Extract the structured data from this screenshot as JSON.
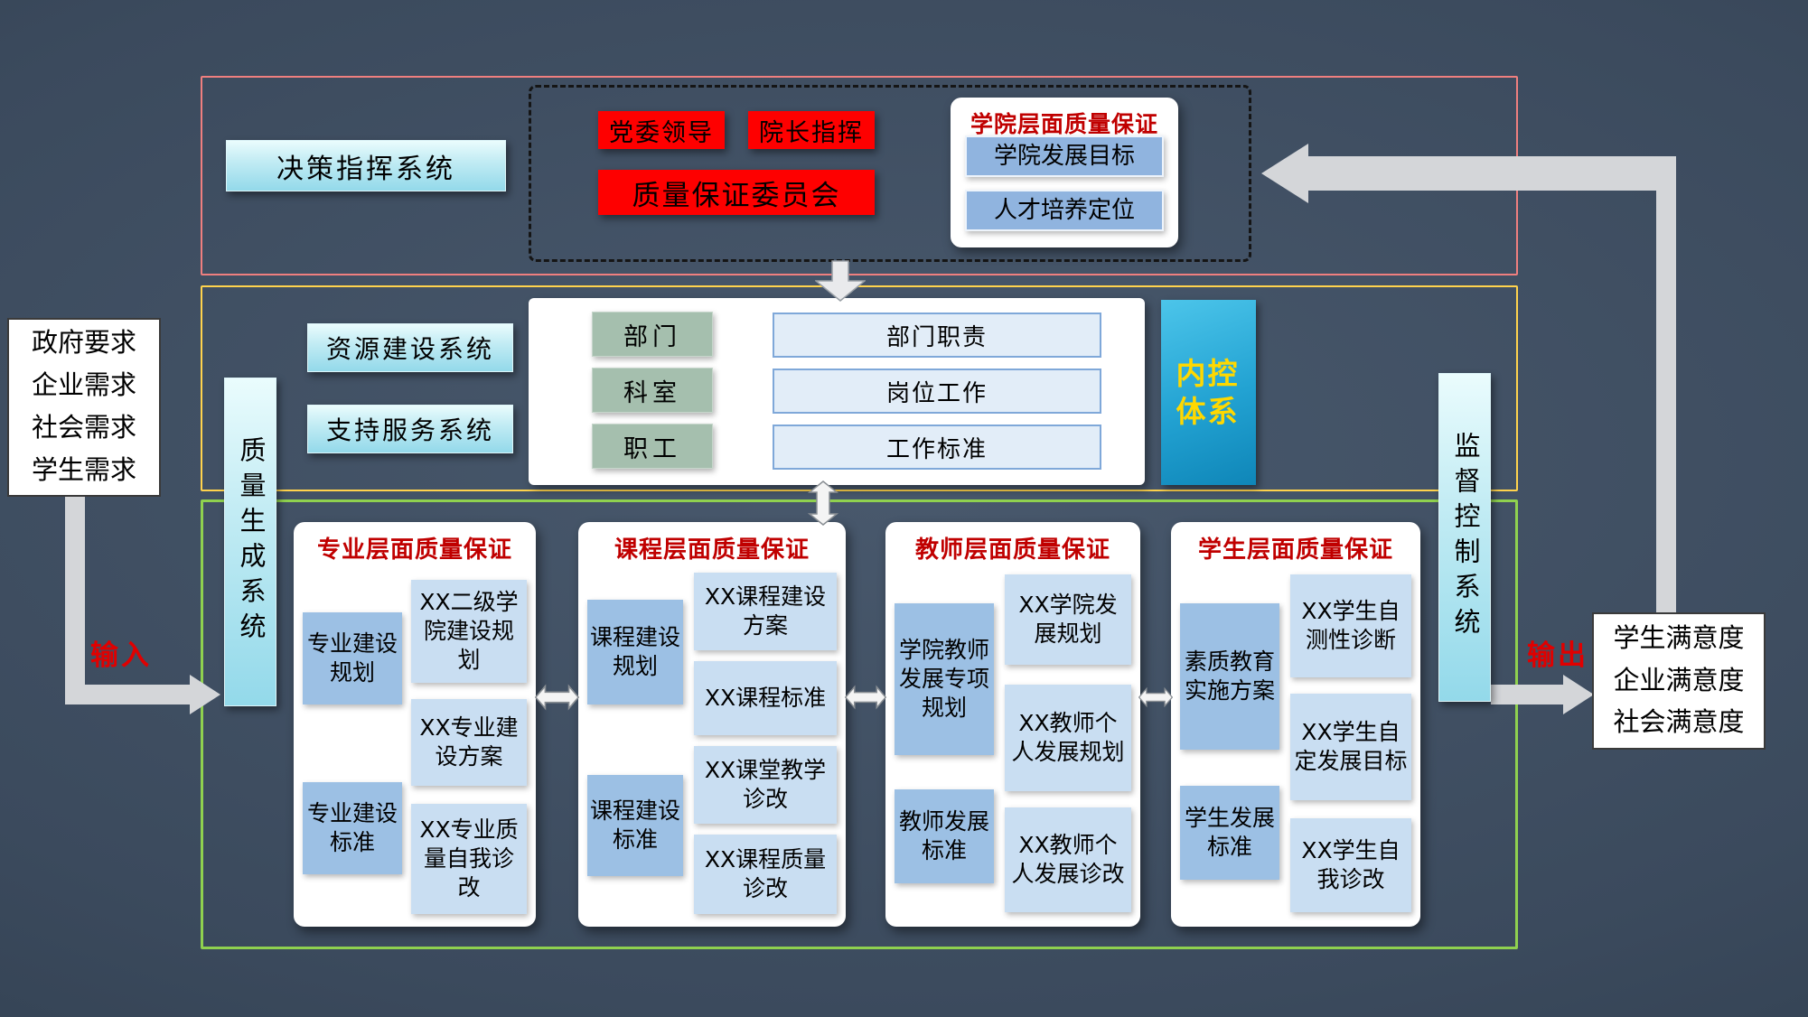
{
  "colors": {
    "red_fill": "#fe0000",
    "red_title": "#c00000",
    "cyan_box": "#a9e2ef",
    "blue_medium": "#9cc0e4",
    "blue_light": "#c9def2",
    "green_unit": "#a5bfae",
    "control_blue": "#22a2d2",
    "yellow_text": "#ffd800",
    "border_top": "#ef7f7f",
    "border_middle": "#ffd34d",
    "border_bottom": "#8fd14f",
    "arrow_gray": "#d4d6d9"
  },
  "top": {
    "decision": "决策指挥系统",
    "party": "党委领导",
    "president": "院长指挥",
    "committee": "质量保证委员会",
    "college_panel": {
      "title": "学院层面质量保证",
      "items": [
        "学院发展目标",
        "人才培养定位"
      ]
    }
  },
  "middle": {
    "resource": "资源建设系统",
    "support": "支持服务系统",
    "org": {
      "units": [
        "部门",
        "科室",
        "职工"
      ],
      "duties": [
        "部门职责",
        "岗位工作",
        "工作标准"
      ]
    },
    "internal_control": "内控体系"
  },
  "left": {
    "demands": [
      "政府要求",
      "企业需求",
      "社会需求",
      "学生需求"
    ],
    "system": "质量生成系统",
    "input": "输入"
  },
  "right": {
    "system": "监督控制系统",
    "output": "输出",
    "satisfaction": [
      "学生满意度",
      "企业满意度",
      "社会满意度"
    ]
  },
  "panels": [
    {
      "title": "专业层面质量保证",
      "left": [
        "专业建设规划",
        "专业建设标准"
      ],
      "right": [
        "ⅩⅩ二级学院建设规划",
        "ⅩⅩ专业建设方案",
        "ⅩⅩ专业质量自我诊改"
      ]
    },
    {
      "title": "课程层面质量保证",
      "left": [
        "课程建设规划",
        "课程建设标准"
      ],
      "right": [
        "ⅩⅩ课程建设方案",
        "ⅩⅩ课程标准",
        "ⅩⅩ课堂教学诊改",
        "ⅩⅩ课程质量诊改"
      ]
    },
    {
      "title": "教师层面质量保证",
      "left": [
        "学院教师发展专项规划",
        "教师发展标准"
      ],
      "right": [
        "ⅩⅩ学院发展规划",
        "ⅩⅩ教师个人发展规划",
        "ⅩⅩ教师个人发展诊改"
      ]
    },
    {
      "title": "学生层面质量保证",
      "left": [
        "素质教育实施方案",
        "学生发展标准"
      ],
      "right": [
        "ⅩⅩ学生自测性诊断",
        "ⅩⅩ学生自定发展目标",
        "ⅩⅩ学生自我诊改"
      ]
    }
  ]
}
